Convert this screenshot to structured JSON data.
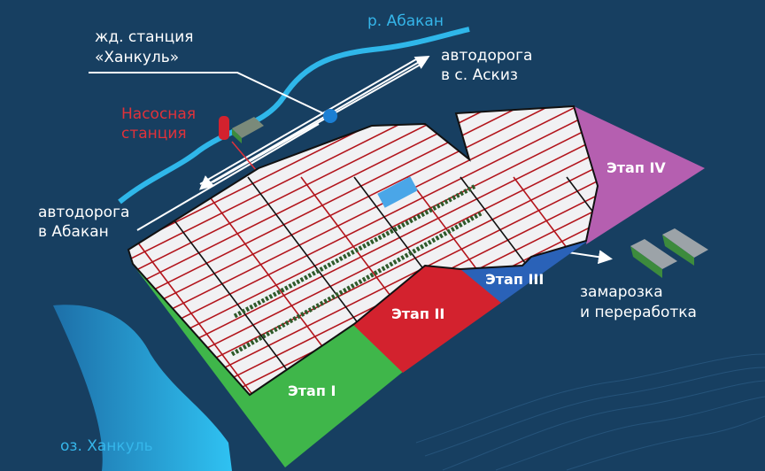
{
  "labels": {
    "river": "р. Абакан",
    "rail_station_line1": "жд. станция",
    "rail_station_line2": "«Ханкуль»",
    "road_askiz_line1": "автодорога",
    "road_askiz_line2": "в с. Аскиз",
    "pump_line1": "Насосная",
    "pump_line2": "станция",
    "road_abakan_line1": "автодорога",
    "road_abakan_line2": "в Абакан",
    "processing_line1": "замарозка",
    "processing_line2": "и переработка",
    "lake": "оз. Ханкуль"
  },
  "stages": [
    {
      "label": "Этап I",
      "color": "#3fb64a"
    },
    {
      "label": "Этап II",
      "color": "#d3222e"
    },
    {
      "label": "Этап III",
      "color": "#2a62b8"
    },
    {
      "label": "Этап IV",
      "color": "#b55fb0"
    }
  ],
  "colors": {
    "background": "#173f61",
    "water": "#2fb7ea",
    "grid": "#b3151c",
    "field": "#f1f1f3"
  }
}
